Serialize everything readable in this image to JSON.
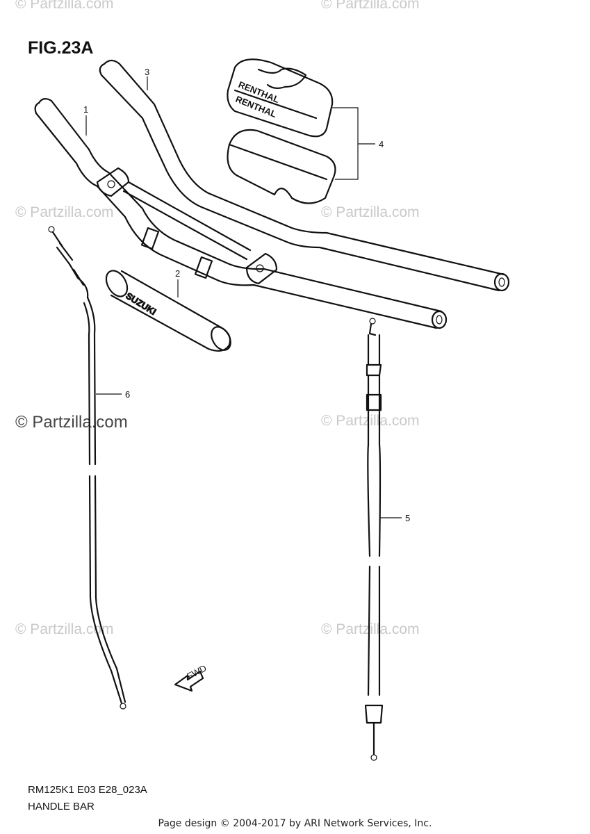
{
  "figure": {
    "title": "FIG.23A",
    "code": "RM125K1 E03 E28_023A",
    "name": "HANDLE BAR"
  },
  "watermark": "© Partzilla.com",
  "footer": "Page design © 2004-2017 by ARI Network Services, Inc.",
  "parts": [
    {
      "number": "1"
    },
    {
      "number": "2"
    },
    {
      "number": "3"
    },
    {
      "number": "4"
    },
    {
      "number": "5"
    },
    {
      "number": "6"
    }
  ],
  "labels": {
    "pad_brand": "SUZUKI",
    "clamp_brand": "RENTHAL",
    "forward_arrow": "FWD"
  }
}
